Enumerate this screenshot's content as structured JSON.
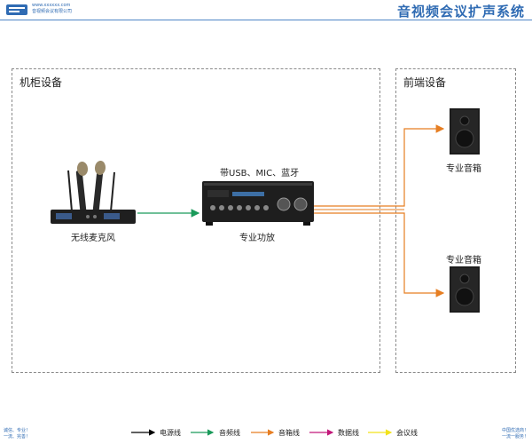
{
  "header": {
    "title": "音视频会议扩声系统",
    "logo_line1": "www.xxxxxx.com",
    "logo_line2": "音视频会议有限公司"
  },
  "zones": {
    "cabinet": "机柜设备",
    "front": "前端设备"
  },
  "devices": {
    "mic": "无线麦克风",
    "amp": "专业功放",
    "amp_note": "带USB、MIC、蓝牙",
    "speaker1": "专业音箱",
    "speaker2": "专业音箱"
  },
  "legend": [
    {
      "label": "电源线",
      "color": "#000000"
    },
    {
      "label": "音频线",
      "color": "#1a9a5a"
    },
    {
      "label": "音箱线",
      "color": "#e67e22"
    },
    {
      "label": "数据线",
      "color": "#c2187a"
    },
    {
      "label": "会议线",
      "color": "#f2e21b"
    }
  ],
  "footer": {
    "left_line1": "诚信、专业！",
    "left_line2": "一流、完善！",
    "right_line1": "中国优选商！",
    "right_line2": "一流一服务！"
  }
}
